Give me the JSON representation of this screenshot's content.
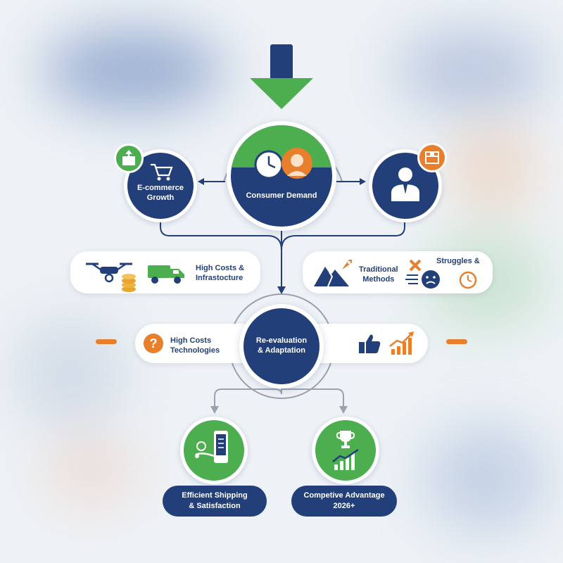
{
  "colors": {
    "navy": "#233f79",
    "green": "#4cae4f",
    "orange": "#e87f2d",
    "grey": "#9aa3ad"
  },
  "nodes": {
    "ecommerce": {
      "label_line1": "E-commerce",
      "label_line2": "Growth"
    },
    "consumer": {
      "label": "Consumer Demand"
    },
    "reevaluation": {
      "label_line1": "Re-evaluation",
      "label_line2": "& Adaptation"
    }
  },
  "pills": {
    "costs_infra": {
      "line1": "High Costs &",
      "line2": "Infrastocture"
    },
    "traditional": {
      "line1": "Traditional",
      "line2": "Methods",
      "extra": "Struggles &"
    },
    "costs_tech": {
      "line1": "High Costs",
      "line2": "Technologies"
    }
  },
  "outcomes": {
    "shipping": {
      "line1": "Efficient Shipping",
      "line2": "& Satisfaction"
    },
    "advantage": {
      "line1": "Competive Advantage",
      "line2": "2026+"
    }
  },
  "icons": {
    "top_arrow": "down-arrow-icon",
    "cart": "shopping-cart-icon",
    "package_up": "package-upload-icon",
    "clock": "clock-icon",
    "person": "person-icon",
    "box": "box-icon",
    "drone": "drone-icon",
    "coins": "coins-icon",
    "truck": "delivery-truck-icon",
    "broken_road": "broken-road-icon",
    "rocket": "rocket-icon",
    "cross": "cross-icon",
    "sad_face": "sad-face-icon",
    "timer": "timer-icon",
    "question": "question-icon",
    "thumbs_up": "thumbs-up-icon",
    "growth_chart": "growth-chart-icon",
    "trophy": "trophy-icon",
    "phone_route": "phone-route-icon"
  }
}
